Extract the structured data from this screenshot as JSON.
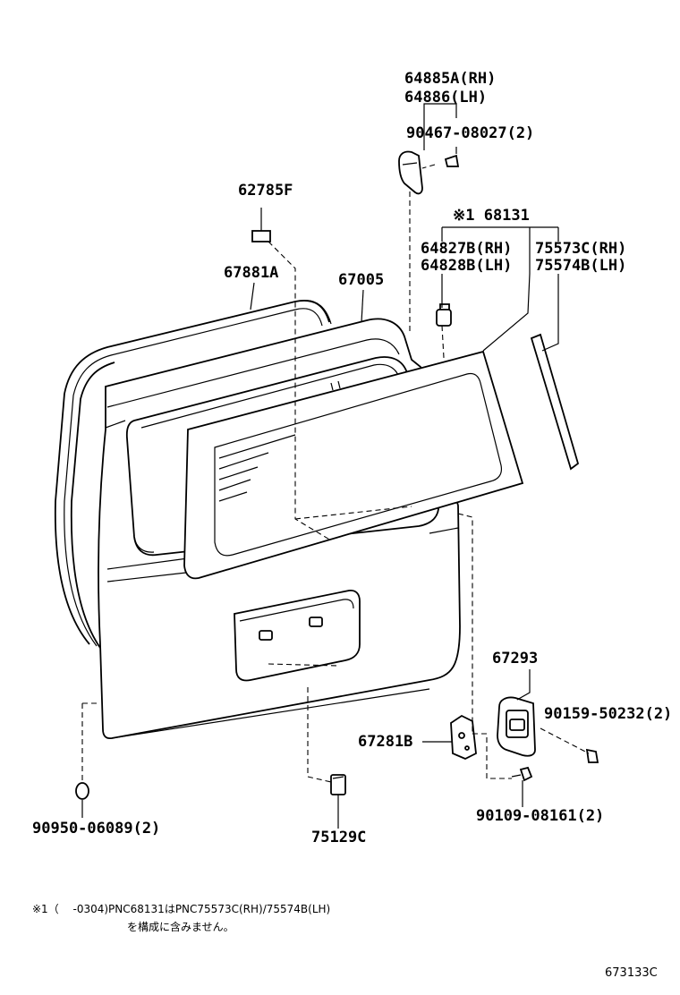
{
  "parts": {
    "p64885a": "64885A(RH)",
    "p64886": "64886(LH)",
    "p90467": "90467-08027(2)",
    "p62785f": "62785F",
    "p68131": "※1 68131",
    "p64827b": "64827B(RH)",
    "p64828b": "64828B(LH)",
    "p75573c": "75573C(RH)",
    "p75574b": "75574B(LH)",
    "p67881a": "67881A",
    "p67005": "67005",
    "p67293": "67293",
    "p90159": "90159-50232(2)",
    "p67281b": "67281B",
    "p90109": "90109-08161(2)",
    "p90950": "90950-06089(2)",
    "p75129c": "75129C"
  },
  "footnote": {
    "line1": "※1（　 -0304)PNC68131はPNC75573C(RH)/75574B(LH)",
    "line2": "を構成に含みません。"
  },
  "diagram_code": "673133C"
}
